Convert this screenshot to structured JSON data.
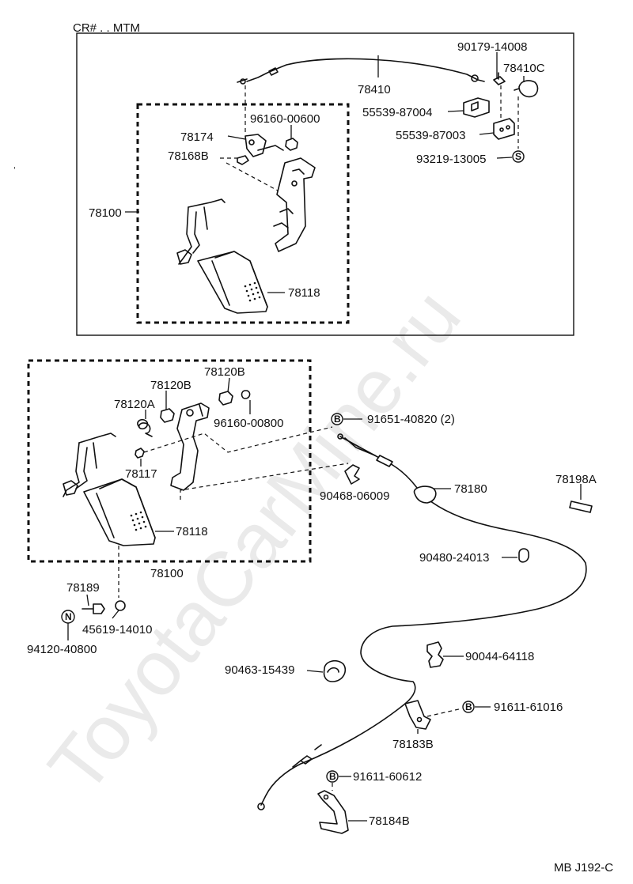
{
  "header_label": "CR# . . MTM",
  "footer_code": "MB J192-C",
  "watermark": "ToyotaCarMine.ru",
  "symbols": {
    "S": "S",
    "B": "B",
    "N": "N"
  },
  "upper_labels": {
    "p90179": "90179-14008",
    "p78410C": "78410C",
    "p78410": "78410",
    "p55539_004": "55539-87004",
    "p55539_003": "55539-87003",
    "p93219": "93219-13005",
    "p96160": "96160-00600",
    "p78174": "78174",
    "p78168B": "78168B",
    "p78100": "78100",
    "p78118": "78118"
  },
  "lower_labels": {
    "p78120B_top": "78120B",
    "p78120B": "78120B",
    "p78120A": "78120A",
    "p96160": "96160-00800",
    "p91651": "91651-40820 (2)",
    "p78117": "78117",
    "p78118": "78118",
    "p78100": "78100",
    "p90468": "90468-06009",
    "p78180": "78180",
    "p78198A": "78198A",
    "p90480": "90480-24013",
    "p78189": "78189",
    "p45619": "45619-14010",
    "p94120": "94120-40800",
    "p90044": "90044-64118",
    "p90463": "90463-15439",
    "p91611_016": "91611-61016",
    "p78183B": "78183B",
    "p91611_612": "91611-60612",
    "p78184B": "78184B"
  }
}
